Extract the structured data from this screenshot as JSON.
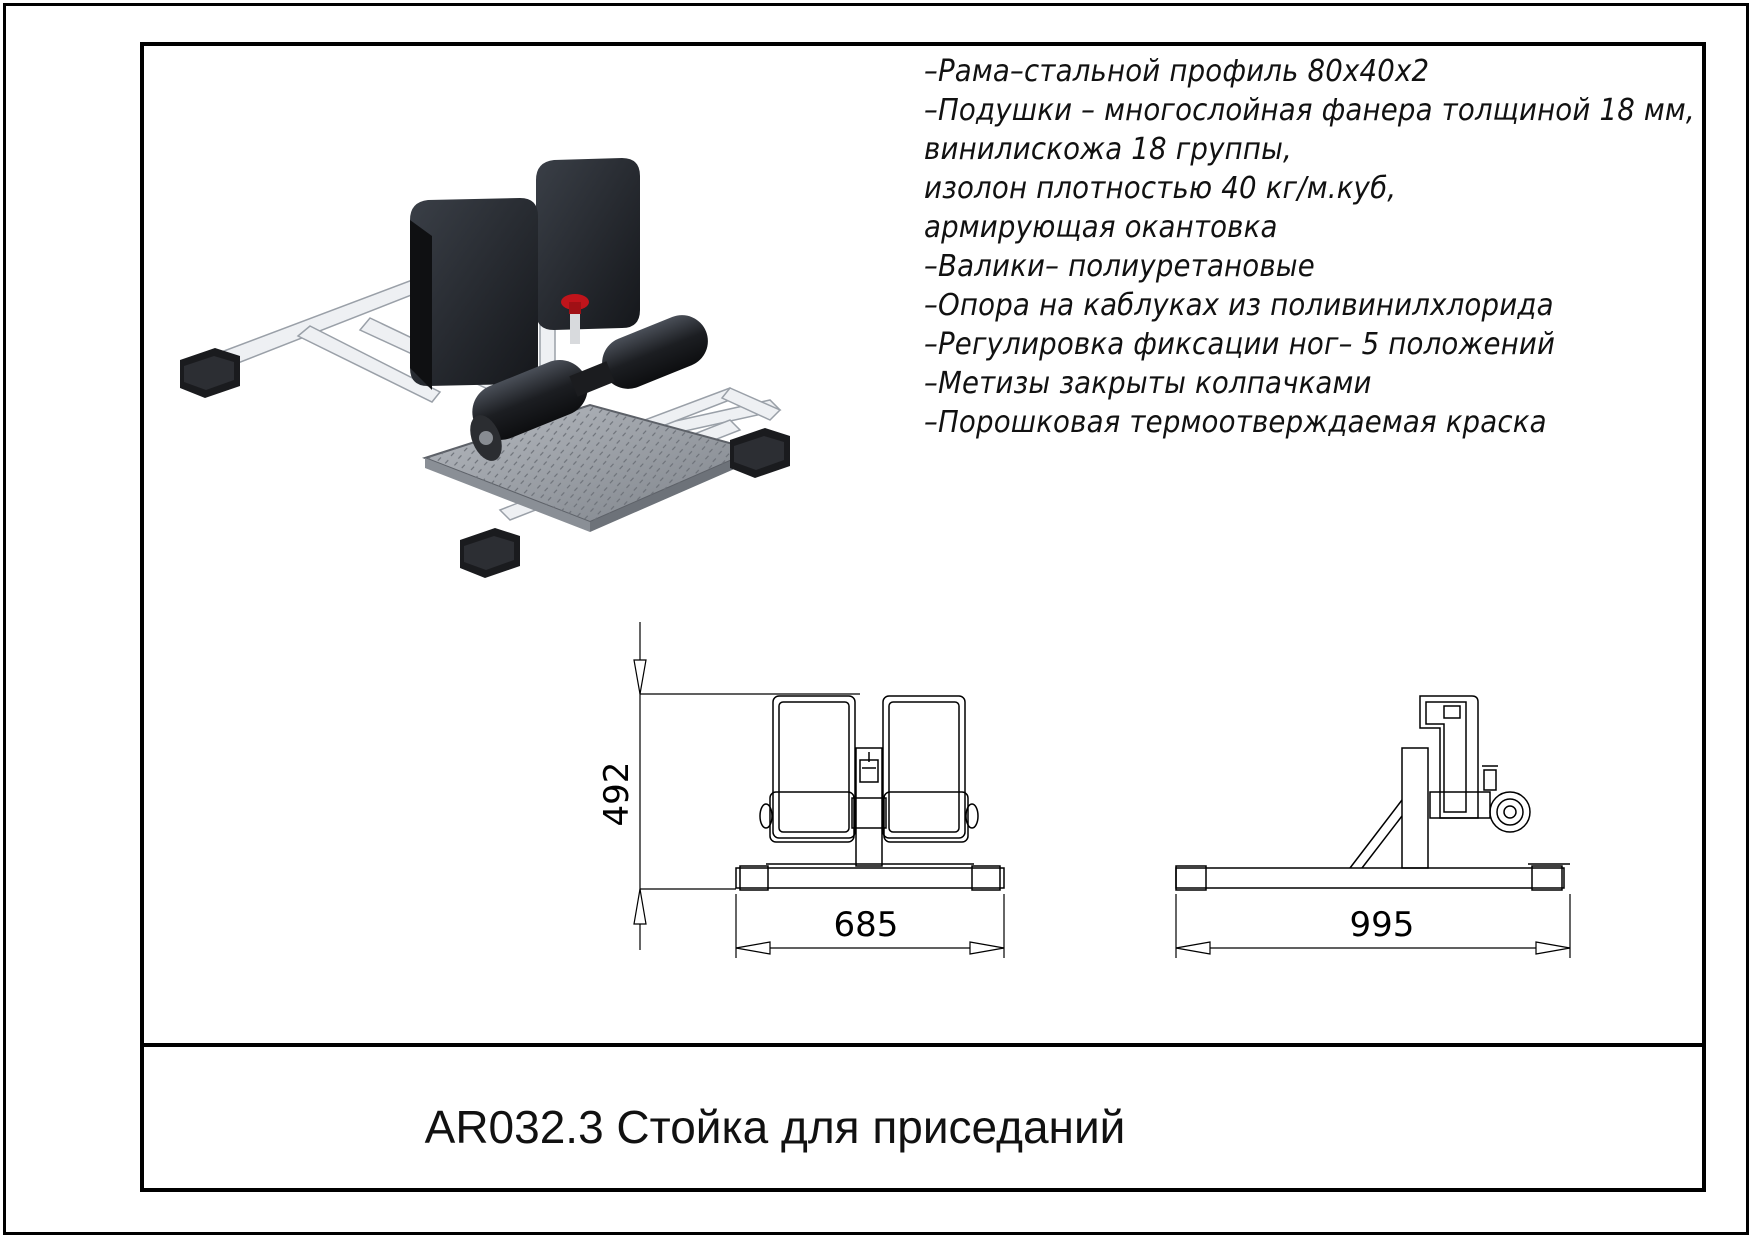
{
  "specs": [
    "–Рама–стальной профиль 80х40х2",
    "–Подушки – многослойная фанера толщиной 18 мм,",
    "винилискожа 18 группы,",
    "изолон плотностью 40 кг/м.куб,",
    "армирующая окантовка",
    "–Валики– полиуретановые",
    "–Опора на каблуках из поливинилхлорида",
    "–Регулировка фиксации ног– 5 положений",
    "–Метизы закрыты колпачками",
    "–Порошковая термоотверждаемая краска"
  ],
  "dimensions": {
    "height": "492",
    "width": "685",
    "length": "995"
  },
  "title": "AR032.3 Стойка для приседаний"
}
